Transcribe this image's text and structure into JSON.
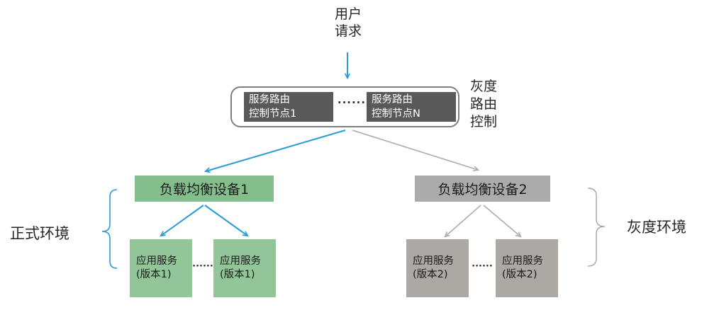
{
  "labels": {
    "user_request": "用户\n请求",
    "grey_routing_control": "灰度\n路由\n控制",
    "production_env": "正式环境",
    "grey_env": "灰度环境"
  },
  "router_group": {
    "node1": "服务路由\n控制节点1",
    "nodeN": "服务路由\n控制节点N",
    "dots": "······"
  },
  "load_balancers": {
    "lb1": "负载均衡设备1",
    "lb2": "负载均衡设备2"
  },
  "services": {
    "v1a": "应用服务\n(版本1)",
    "v1b": "应用服务\n(版本1)",
    "v2a": "应用服务\n(版本2)",
    "v2b": "应用服务\n(版本2)",
    "dots_left": "······",
    "dots_right": "······"
  },
  "colors": {
    "arrow_blue": "#2e9bd6",
    "arrow_gray": "#aeaeae",
    "bracket_blue": "#2e9bd6",
    "bracket_gray": "#a6a6a6",
    "lb_green": "#85be8d",
    "service_green": "#92c698",
    "lb_gray": "#ababab",
    "service_gray": "#aca8a4",
    "router_node_dark": "#595959",
    "container_border": "#7f7f7f"
  }
}
